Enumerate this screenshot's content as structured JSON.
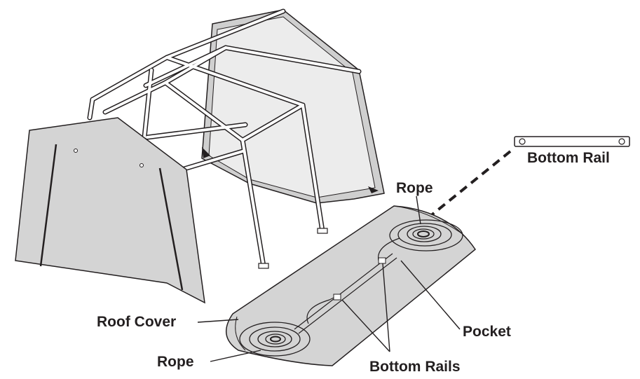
{
  "labels": {
    "bottom_rail": "Bottom Rail",
    "rope_top": "Rope",
    "roof_cover": "Roof Cover",
    "pocket": "Pocket",
    "rope_bottom": "Rope",
    "bottom_rails": "Bottom Rails"
  },
  "colors": {
    "cover_fill": "#d4d4d4",
    "back_panel_fill": "#ececec",
    "frame_fill": "#ffffff",
    "line": "#231f20"
  }
}
